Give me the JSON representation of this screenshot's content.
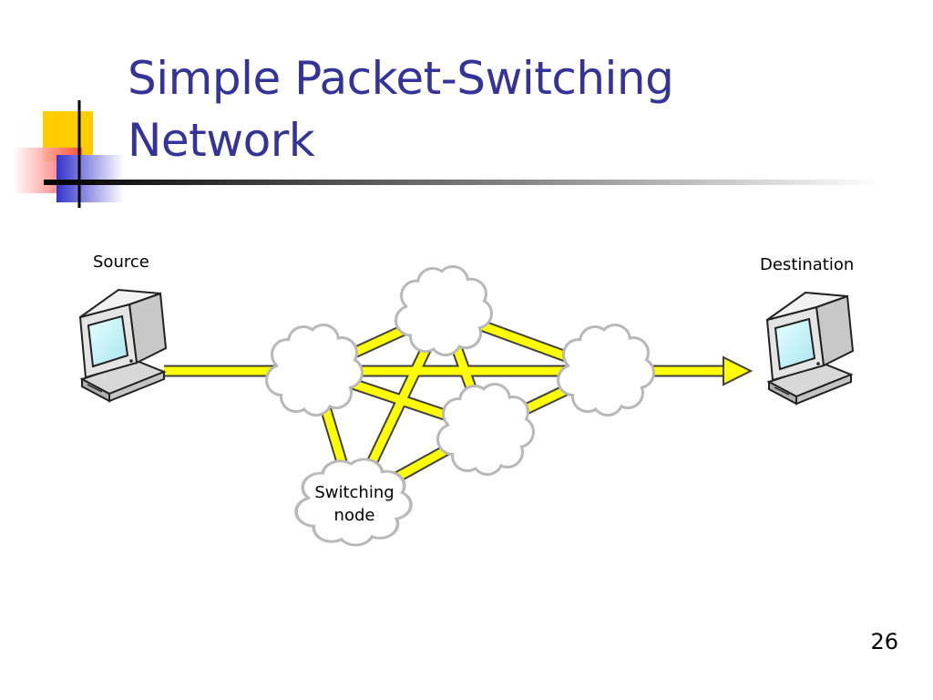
{
  "slide": {
    "title_line1": "Simple Packet-Switching",
    "title_line2": "Network",
    "page_number": "26"
  },
  "diagram": {
    "source_label": "Source",
    "destination_label": "Destination",
    "switching_node_label_line1": "Switching",
    "switching_node_label_line2": "node"
  },
  "colors": {
    "title": "#333399",
    "link_fill": "#ffff00",
    "link_outline": "#404040",
    "cloud_fill": "#ffffff",
    "cloud_outline": "#b8b8b8",
    "accent_yellow": "#ffcc00",
    "accent_blue": "#3333cc",
    "accent_red": "#ff5050"
  }
}
